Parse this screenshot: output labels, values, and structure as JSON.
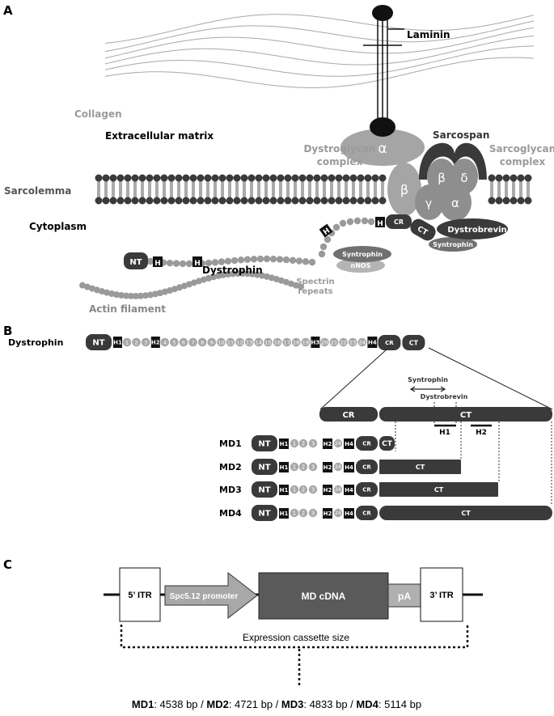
{
  "panels": {
    "a": "A",
    "b": "B",
    "c": "C"
  },
  "colors": {
    "dark": "#3a3a3a",
    "mid": "#8c8c8c",
    "light": "#b4b4b4",
    "text_gray": "#9a9a9a",
    "black": "#111111"
  },
  "panel_a": {
    "laminin": "Laminin",
    "collagen": "Collagen",
    "ecm": "Extracellular matrix",
    "dystroglycan": [
      "Dystroglycan",
      "complex"
    ],
    "sarcospan": "Sarcospan",
    "sarcoglycan": [
      "Sarcoglycan",
      "complex"
    ],
    "sarcolemma": "Sarcolemma",
    "cytoplasm": "Cytoplasm",
    "dystrophin": "Dystrophin",
    "actin": "Actin filament",
    "spectrin": [
      "Spectrin",
      "repeats"
    ],
    "syntrophin": "Syntrophin",
    "nnos": "nNOS",
    "dystrobrevin": "Dystrobrevin",
    "alpha": "α",
    "beta": "β",
    "gamma": "γ",
    "delta": "δ",
    "nt": "NT",
    "h": "H",
    "cr": "CR",
    "ct": "CT"
  },
  "panel_b": {
    "dystrophin_label": "Dystrophin",
    "nt": "NT",
    "cr": "CR",
    "ct": "CT",
    "hinges": [
      "H1",
      "H2",
      "H3",
      "H4"
    ],
    "repeats": [
      "1",
      "2",
      "3",
      "4",
      "5",
      "6",
      "7",
      "8",
      "9",
      "10",
      "11",
      "12",
      "13",
      "14",
      "15",
      "16",
      "17",
      "18",
      "19",
      "20",
      "21",
      "22",
      "23",
      "24"
    ],
    "syntrophin": "Syntrophin",
    "dystrobrevin": "Dystrobrevin",
    "ct_h1": "H1",
    "ct_h2": "H2",
    "minis": [
      {
        "name": "MD1",
        "repeats": [
          "1",
          "2",
          "3"
        ],
        "r24": "24",
        "h1": "H1",
        "h2": "H2",
        "h4": "H4"
      },
      {
        "name": "MD2",
        "repeats": [
          "1",
          "2",
          "3"
        ],
        "r24": "24",
        "h1": "H1",
        "h2": "H2",
        "h4": "H4"
      },
      {
        "name": "MD3",
        "repeats": [
          "1",
          "2",
          "3"
        ],
        "r24": "24",
        "h1": "H1",
        "h2": "H2",
        "h4": "H4"
      },
      {
        "name": "MD4",
        "repeats": [
          "1",
          "2",
          "3"
        ],
        "r24": "24",
        "h1": "H1",
        "h2": "H2",
        "h4": "H4"
      }
    ]
  },
  "panel_c": {
    "itr5": "5’ ITR",
    "promoter": "Spc5.12 promoter",
    "cdna": "MD cDNA",
    "pa": "pA",
    "itr3": "3’ ITR",
    "cassette": "Expression cassette size",
    "sizes": [
      {
        "name": "MD1",
        "size": ": 4538 bp / "
      },
      {
        "name": "MD2",
        "size": ": 4721 bp / "
      },
      {
        "name": "MD3",
        "size": ": 4833 bp / "
      },
      {
        "name": "MD4",
        "size": ": 5114 bp"
      }
    ]
  }
}
